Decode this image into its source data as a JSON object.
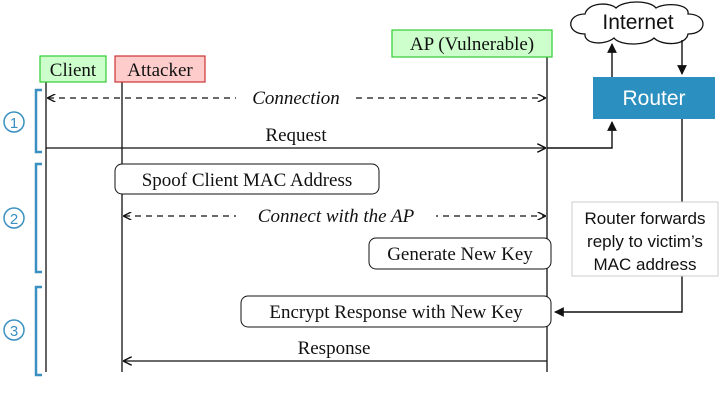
{
  "participants": {
    "client": "Client",
    "attacker": "Attacker",
    "ap": "AP (Vulnerable)"
  },
  "network": {
    "internet": "Internet",
    "router": "Router",
    "router_note": [
      "Router forwards",
      "reply to victim’s",
      "MAC address"
    ]
  },
  "phases": [
    "1",
    "2",
    "3"
  ],
  "messages": {
    "connection": "Connection",
    "request": "Request",
    "connect_ap": "Connect with the AP",
    "response": "Response"
  },
  "actions": {
    "spoof": "Spoof Client MAC Address",
    "generate_key": "Generate New Key",
    "encrypt": "Encrypt Response with New Key"
  },
  "colors": {
    "client_fill": "#ccffcc",
    "attacker_fill": "#ffcccc",
    "ap_fill": "#ccffcc",
    "participant_border": "#33cc33",
    "attacker_border": "#cc3333",
    "router_fill": "#2b8fbf",
    "router_text": "#ffffff",
    "phase_color": "#3a90c0",
    "line": "#111111"
  }
}
